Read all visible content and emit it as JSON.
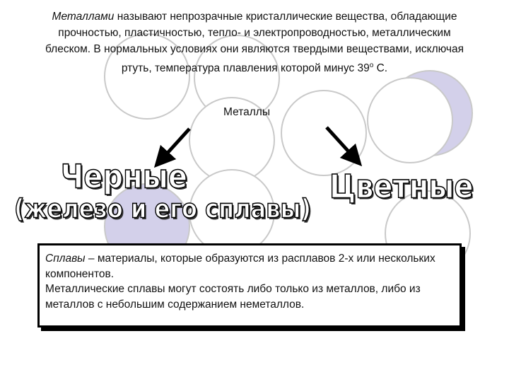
{
  "intro": {
    "term": "Металлами",
    "text_before_sup": " называют непрозрачные кристаллические вещества, обладающие прочностью, пластичностью, тепло- и электропроводностью, металлическим блеском. В нормальных условиях они являются твердыми веществами, исключая ртуть, температура плавления которой  минус 39",
    "sup": "о",
    "text_after_sup": " С."
  },
  "diagram": {
    "root_label": "Металлы",
    "left_title": "Черные",
    "left_subtitle": "(железо и его сплавы)",
    "right_title": "Цветные"
  },
  "definition": {
    "term": "Сплавы",
    "line1_rest": " – материалы, которые образуются из расплавов 2-х или нескольких компонентов.",
    "line2": " Металлические сплавы могут состоять либо только из металлов, либо из металлов с небольшим содержанием неметаллов."
  },
  "colors": {
    "circle_fill": "#d3d0ea",
    "circle_stroke": "#c9c9c9",
    "arrow": "#000000"
  }
}
